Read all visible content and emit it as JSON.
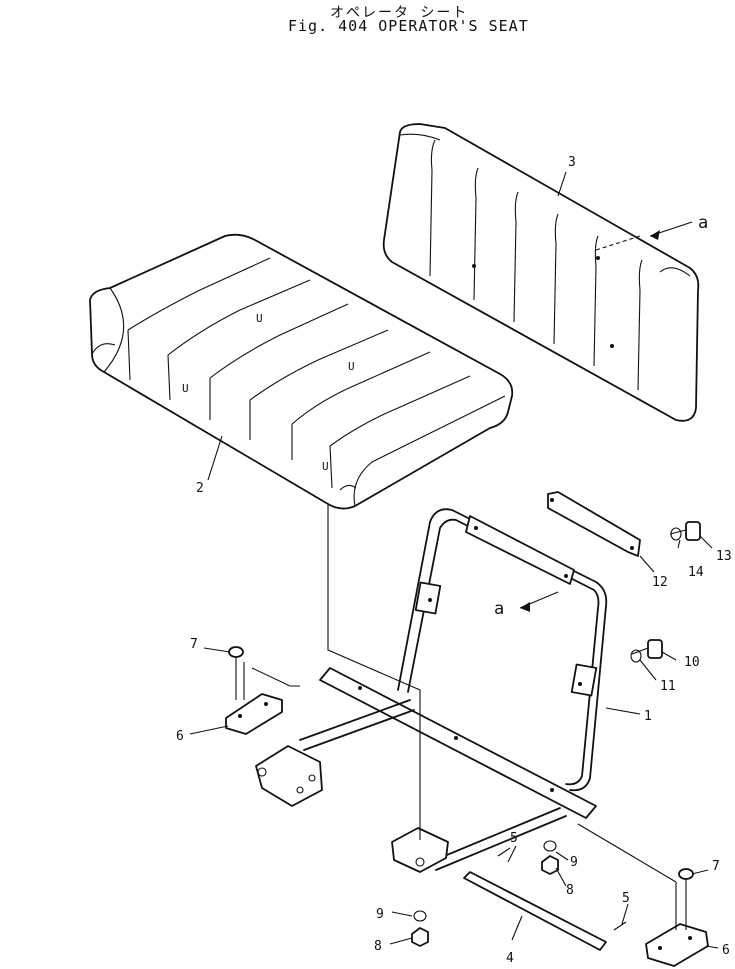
{
  "header": {
    "title_jp": "オペレータ シート",
    "title_en": "Fig. 404 OPERATOR'S SEAT"
  },
  "callouts": {
    "c1": "1",
    "c2": "2",
    "c3": "3",
    "c4": "4",
    "c5a": "5",
    "c5b": "5",
    "c6a": "6",
    "c6b": "6",
    "c7a": "7",
    "c7b": "7",
    "c8a": "8",
    "c8b": "8",
    "c9a": "9",
    "c9b": "9",
    "c10": "10",
    "c11": "11",
    "c12": "12",
    "c13": "13",
    "c14": "14",
    "ref_a1": "a",
    "ref_a2": "a"
  }
}
